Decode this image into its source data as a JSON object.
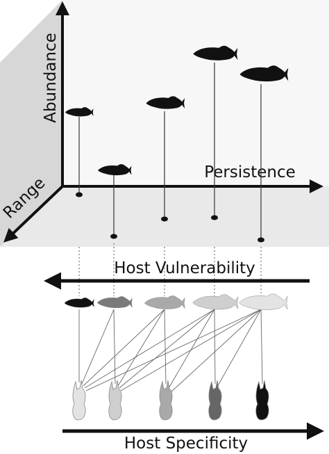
{
  "labels": {
    "abundance": "Abundance",
    "range": "Range",
    "persistence": "Persistence",
    "host_vulnerability": "Host Vulnerability",
    "host_specificity": "Host Specificity"
  },
  "colors": {
    "wall": "#f7f7f7",
    "floor": "#e9e9e9",
    "side": "#d7d7d7",
    "axis": "#111111",
    "mark": "#111111",
    "fish_gradient": [
      "#111111",
      "#7a7a7a",
      "#a9a9a9",
      "#cfcfcf",
      "#e3e3e3"
    ],
    "parasite_gradient": [
      "#e3e3e3",
      "#cfcfcf",
      "#a9a9a9",
      "#666666",
      "#111111"
    ]
  },
  "icons": {
    "fish": "fish-silhouette-icon",
    "parasite": "parasite-silhouette-icon"
  }
}
